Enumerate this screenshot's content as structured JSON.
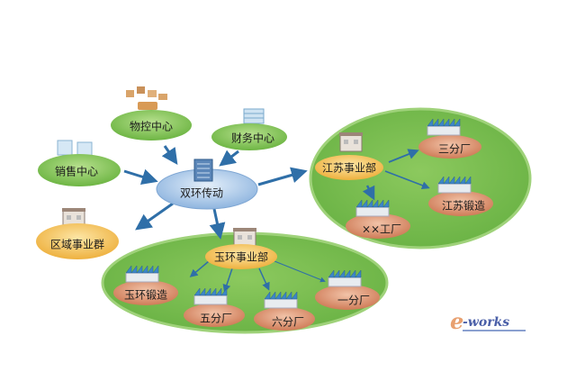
{
  "nodes": {
    "center": "双环传动",
    "logistics": "物控中心",
    "finance": "财务中心",
    "sales": "销售中心",
    "regional": "区域事业群",
    "jiangsu_division": "江苏事业部",
    "plant3": "三分厂",
    "jiangsu_forging": "江苏锻造",
    "xx_factory": "××工厂",
    "yuhuan_division": "玉环事业部",
    "yuhuan_forging": "玉环锻造",
    "plant5": "五分厂",
    "plant6": "六分厂",
    "plant1": "一分厂"
  },
  "logo": {
    "text_e": "e",
    "text_rest": "-works"
  },
  "colors": {
    "green": "#7cc254",
    "blue": "#a9c8ea",
    "orange": "#f3c35a",
    "brown": "#d98f6a",
    "arrow": "#2f6fa8"
  }
}
